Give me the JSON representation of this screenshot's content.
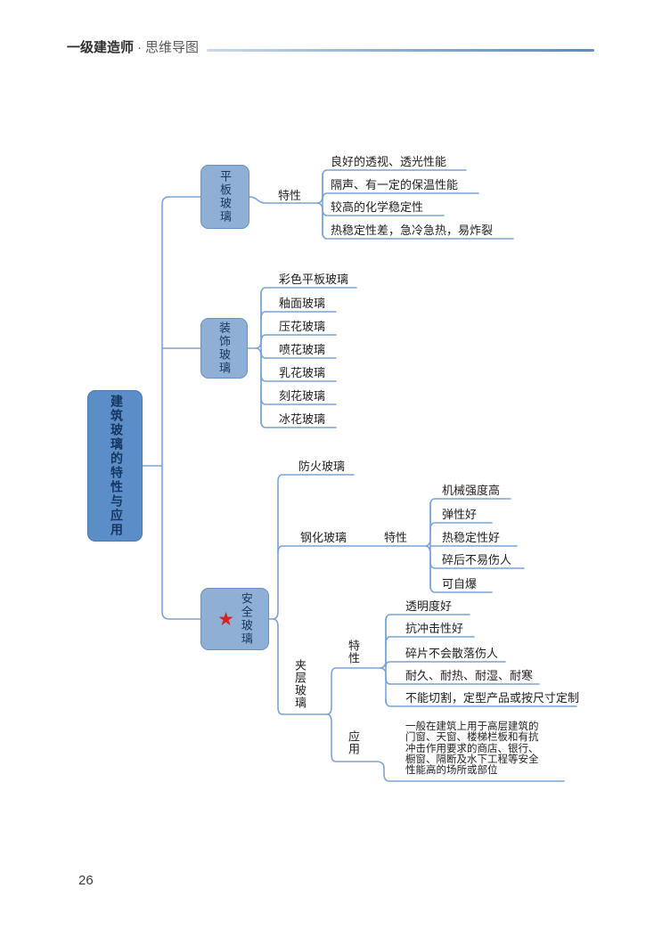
{
  "header": {
    "brand": "一级建造师",
    "dot": "·",
    "title": "思维导图"
  },
  "page_number": "26",
  "colors": {
    "root_fill": "#5B8EC9",
    "node_fill": "#8FAFD4",
    "node_border": "#6593C5",
    "connector": "#7BA4D6",
    "star": "#D42323"
  },
  "root": {
    "label": "建筑玻璃的特性与应用"
  },
  "flat": {
    "label": "平板玻璃",
    "trait_label": "特性",
    "traits": [
      "良好的透视、透光性能",
      "隔声、有一定的保温性能",
      "较高的化学稳定性",
      "热稳定性差，急冷急热，易炸裂"
    ]
  },
  "decor": {
    "label": "装饰玻璃",
    "types": [
      "彩色平板玻璃",
      "釉面玻璃",
      "压花玻璃",
      "喷花玻璃",
      "乳花玻璃",
      "刻花玻璃",
      "冰花玻璃"
    ]
  },
  "safety": {
    "label": "安全玻璃"
  },
  "fire": {
    "label": "防火玻璃"
  },
  "tempered": {
    "label": "钢化玻璃",
    "trait_label": "特性",
    "traits": [
      "机械强度高",
      "弹性好",
      "热稳定性好",
      "碎后不易伤人",
      "可自爆"
    ]
  },
  "laminated": {
    "label": "夹层玻璃",
    "trait_label": "特性",
    "traits": [
      "透明度好",
      "抗冲击性好",
      "碎片不会散落伤人",
      "耐久、耐热、耐湿、耐寒",
      "不能切割，定型产品或按尺寸定制"
    ],
    "usage_label": "应用",
    "usage": "一般在建筑上用于高层建筑的\n门窗、天窗、楼梯栏板和有抗\n冲击作用要求的商店、银行、\n橱窗、隔断及水下工程等安全\n性能高的场所或部位"
  }
}
